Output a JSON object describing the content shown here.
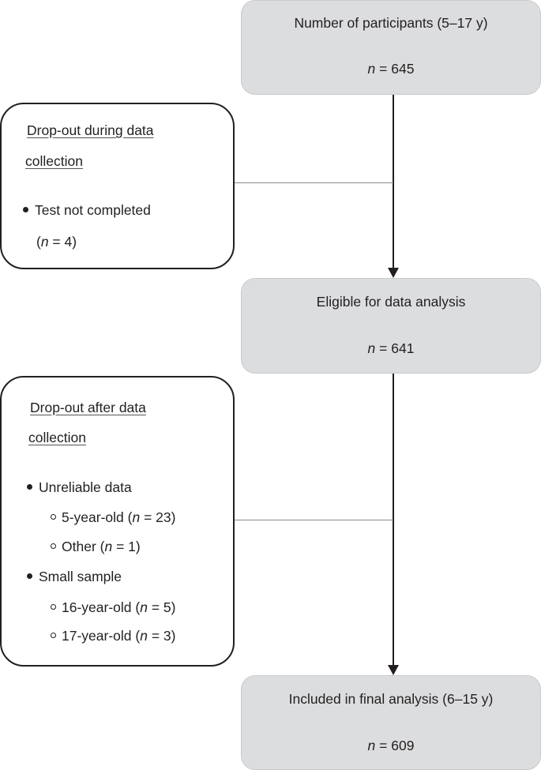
{
  "boxes": {
    "participants": {
      "title": "Number of participants (5–17 y)",
      "n_label": "n",
      "n_value": " = 645"
    },
    "eligible": {
      "title": "Eligible for data analysis",
      "n_label": "n",
      "n_value": " = 641"
    },
    "final": {
      "title": "Included in final analysis (6–15 y)",
      "n_label": "n",
      "n_value": " = 609"
    }
  },
  "dropout_during": {
    "heading_line1": "Drop-out during data",
    "heading_line2": "collection",
    "items": [
      {
        "label": "Test not completed",
        "open": "(",
        "n_label": "n",
        "n_value": " = 4)"
      }
    ]
  },
  "dropout_after": {
    "heading_line1": "Drop-out after data",
    "heading_line2": "collection",
    "groups": [
      {
        "label": "Unreliable data",
        "subitems": [
          {
            "label": "5-year-old (",
            "n_label": "n",
            "n_value": " = 23)"
          },
          {
            "label": "Other (",
            "n_label": "n",
            "n_value": " = 1)"
          }
        ]
      },
      {
        "label": "Small sample",
        "subitems": [
          {
            "label": "16-year-old (",
            "n_label": "n",
            "n_value": " = 5)"
          },
          {
            "label": "17-year-old (",
            "n_label": "n",
            "n_value": " = 3)"
          }
        ]
      }
    ]
  }
}
